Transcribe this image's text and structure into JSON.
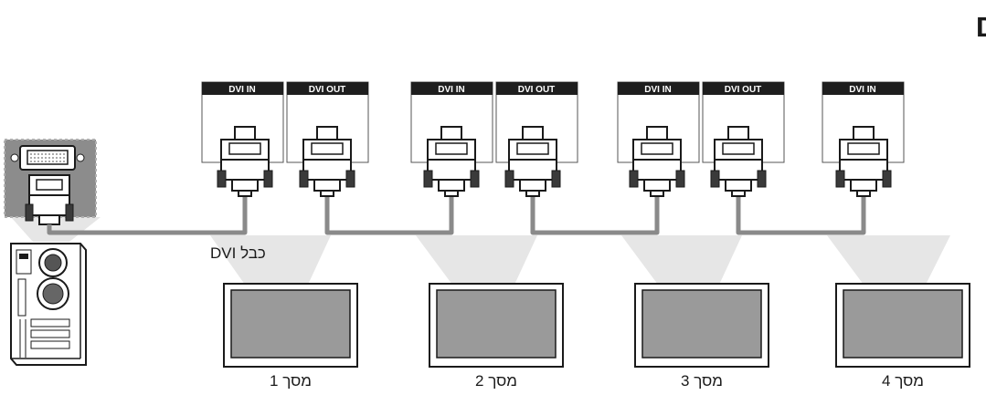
{
  "title": "כבל DVI",
  "cable_label": "כבל DVI",
  "port_labels": {
    "in": "DVI IN",
    "out": "DVI OUT"
  },
  "monitors": [
    {
      "caption": "מסך 1"
    },
    {
      "caption": "מסך 2"
    },
    {
      "caption": "מסך 3"
    },
    {
      "caption": "מסך 4"
    }
  ],
  "colors": {
    "cable": "#8a8a8a",
    "label_bar": "#1e1e1e",
    "projection": "#e6e6e6",
    "screen": "#9a9a9a",
    "pc_highlight": "#8c8c8c"
  },
  "icons": [
    "computer-tower-icon",
    "dvi-connector-icon",
    "monitor-icon"
  ]
}
